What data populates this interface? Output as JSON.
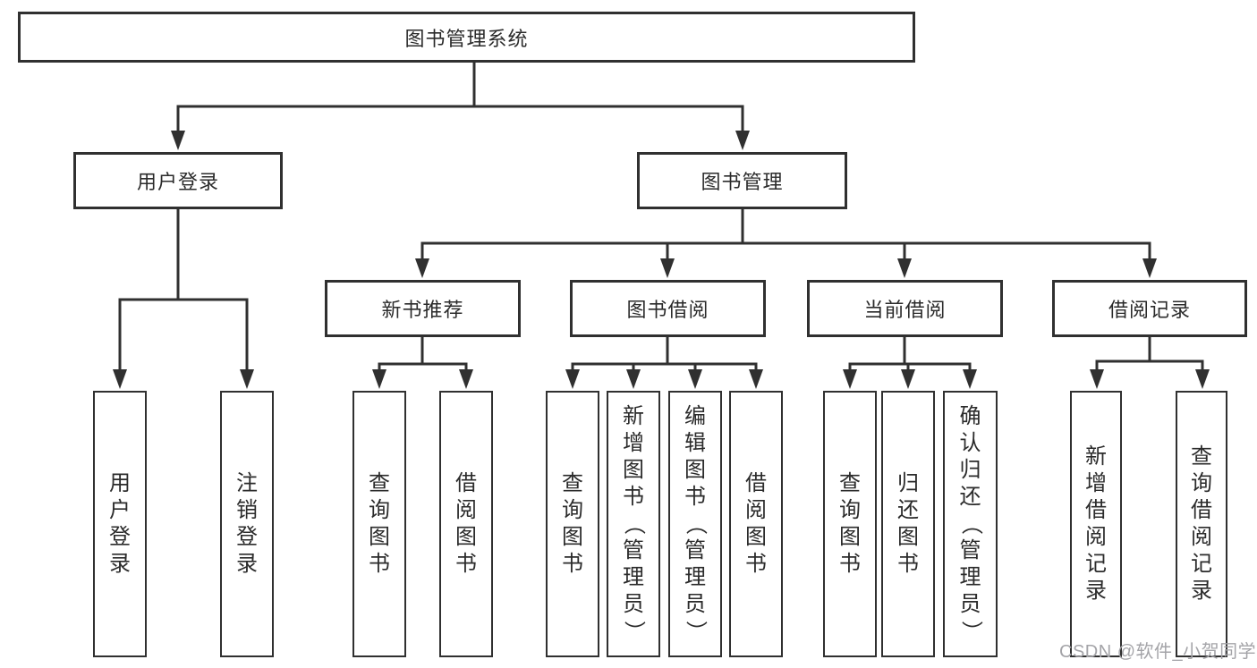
{
  "diagram": {
    "title": "图书管理系统",
    "root": {
      "label": "图书管理系统"
    },
    "level2": [
      {
        "label": "用户登录"
      },
      {
        "label": "图书管理"
      }
    ],
    "level3": [
      {
        "label": "新书推荐"
      },
      {
        "label": "图书借阅"
      },
      {
        "label": "当前借阅"
      },
      {
        "label": "借阅记录"
      }
    ],
    "leaves": [
      {
        "label": "用户登录",
        "parent": "用户登录"
      },
      {
        "label": "注销登录",
        "parent": "用户登录"
      },
      {
        "label": "查询图书",
        "parent": "新书推荐"
      },
      {
        "label": "借阅图书",
        "parent": "新书推荐"
      },
      {
        "label": "查询图书",
        "parent": "图书借阅"
      },
      {
        "label": "新增图书（管理员）",
        "parent": "图书借阅"
      },
      {
        "label": "编辑图书（管理员）",
        "parent": "图书借阅"
      },
      {
        "label": "借阅图书",
        "parent": "图书借阅"
      },
      {
        "label": "查询图书",
        "parent": "当前借阅"
      },
      {
        "label": "归还图书",
        "parent": "当前借阅"
      },
      {
        "label": "确认归还（管理员）",
        "parent": "当前借阅"
      },
      {
        "label": "新增借阅记录",
        "parent": "借阅记录"
      },
      {
        "label": "查询借阅记录",
        "parent": "借阅记录"
      }
    ],
    "watermark": "CSDN @软件_小贺同学",
    "colors": {
      "line": "#303030",
      "box_border": "#303030",
      "text": "#2b2b2b",
      "watermark": "#a4a4a8",
      "background": "#ffffff"
    }
  }
}
